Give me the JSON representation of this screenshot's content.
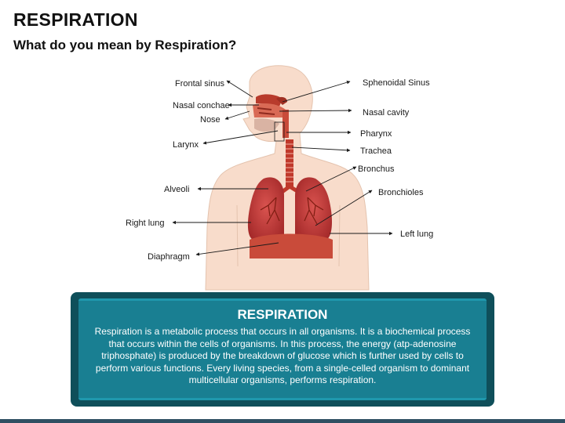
{
  "title": "RESPIRATION",
  "subtitle": "What do you mean by Respiration?",
  "diagram": {
    "labels": {
      "frontal_sinus": "Frontal sinus",
      "nasal_conchae": "Nasal conchae",
      "nose": "Nose",
      "larynx": "Larynx",
      "alveoli": "Alveoli",
      "right_lung": "Right lung",
      "diaphragm": "Diaphragm",
      "sphenoidal_sinus": "Sphenoidal Sinus",
      "nasal_cavity": "Nasal cavity",
      "pharynx": "Pharynx",
      "trachea": "Trachea",
      "bronchus": "Bronchus",
      "bronchioles": "Bronchioles",
      "left_lung": "Left lung"
    }
  },
  "info_box": {
    "heading": "RESPIRATION",
    "body": "Respiration is a metabolic process that occurs in all organisms. It is a biochemical process that occurs within the cells of organisms. In this process, the energy (atp-adenosine triphosphate) is produced by the breakdown of glucose which is further used by cells to perform various functions. Every living species, from a single-celled organism to dominant multicellular organisms, performs respiration."
  },
  "colors": {
    "skin": "#f8dccb",
    "organ": "#c0392b",
    "panel_dark": "#0f4f5a",
    "panel": "#197f92"
  }
}
